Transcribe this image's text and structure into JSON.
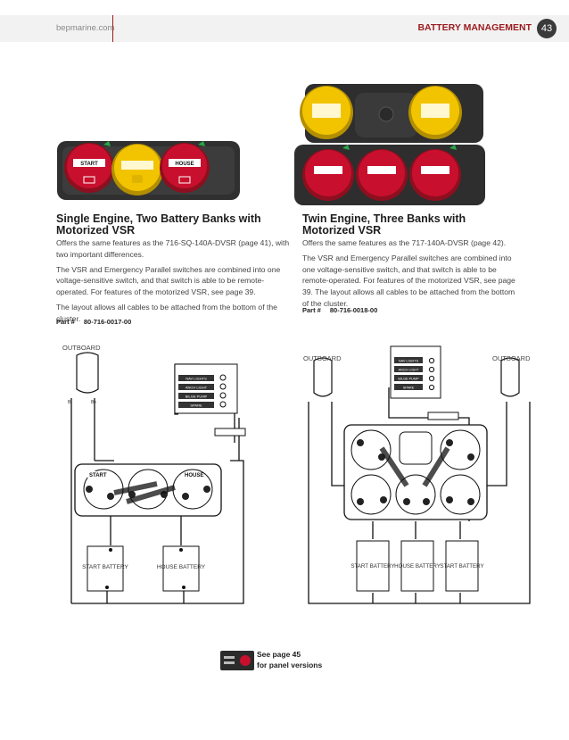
{
  "header": {
    "site": "bepmarine.com",
    "section": "BATTERY MANAGEMENT",
    "page": "43"
  },
  "left": {
    "title": "Single Engine, Two Battery Banks with Motorized VSR",
    "paragraphs": [
      "Offers the same features as the 716-SQ-140A-DVSR (page 41), with two important differences.",
      "The VSR and Emergency Parallel switches are combined into one voltage-sensitive switch, and that switch is able to be remote-operated. For features of the motorized VSR, see page 39.",
      "The layout allows all cables to be attached from the bottom of the cluster."
    ],
    "part_label": "Part #",
    "part_number": "80-716-0017-00",
    "product_labels": [
      "START",
      "HOUSE"
    ],
    "diagram": {
      "engine": "OUTBOARD",
      "switch_labels": [
        "START",
        "HOUSE"
      ],
      "batteries": [
        "START BATTERY",
        "HOUSE BATTERY"
      ]
    }
  },
  "right": {
    "title": "Twin Engine, Three Banks with Motorized VSR",
    "paragraphs": [
      "Offers the same features as the 717-140A-DVSR (page 42).",
      "The VSR and Emergency Parallel switches are combined into one voltage-sensitive switch, and that switch is able to be remote-operated. For features of the motorized VSR, see page 39. The layout allows all cables to be attached from the bottom of the cluster."
    ],
    "part_label": "Part #",
    "part_number": "80-716-0018-00",
    "diagram": {
      "engines": [
        "OUTBOARD",
        "OUTBOARD"
      ],
      "batteries": [
        "START BATTERY",
        "HOUSE BATTERY",
        "START BATTERY"
      ]
    }
  },
  "panel_labels": [
    "NAV LIGHTS",
    "ANCH LIGHT",
    "BILGE PUMP",
    "SPARE"
  ],
  "footer_note": {
    "line1": "See page 45",
    "line2": "for panel versions"
  },
  "colors": {
    "accent": "#9a1b1f",
    "red_knob": "#c8102e",
    "yellow_knob": "#f2c400",
    "housing": "#2f2f2f"
  }
}
